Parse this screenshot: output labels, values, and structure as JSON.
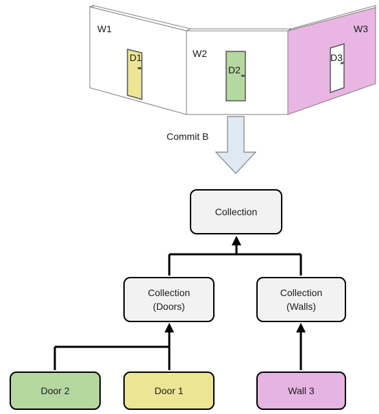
{
  "scene": {
    "walls": [
      "W1",
      "W2",
      "W3"
    ],
    "doors": [
      "D1",
      "D2",
      "D3"
    ],
    "colors": {
      "wall_default": "#ffffff",
      "wall_pink": "#e9b6e4",
      "door_yellow": "#ece694",
      "door_green": "#b5d7a0",
      "door_white": "#ffffff"
    }
  },
  "transition": {
    "label": "Commit B",
    "arrow_color": "#dfe9f4"
  },
  "tree": {
    "root": {
      "label": "Collection"
    },
    "doors_collection": {
      "line1": "Collection",
      "line2": "(Doors)"
    },
    "walls_collection": {
      "line1": "Collection",
      "line2": "(Walls)"
    },
    "leaves": [
      {
        "label": "Door 2",
        "color": "#b5d7a0"
      },
      {
        "label": "Door 1",
        "color": "#ece694"
      },
      {
        "label": "Wall 3",
        "color": "#e6b4e3"
      }
    ]
  }
}
